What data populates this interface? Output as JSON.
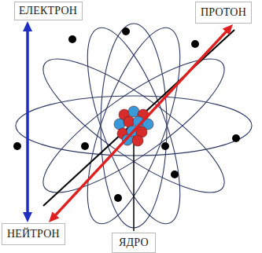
{
  "diagram": {
    "nodes": [
      {
        "text": [
          "ЕЛЕКТРОН"
        ]
      },
      {
        "text": [
          "ПРОТОН"
        ]
      },
      {
        "text": [
          "НЕЙТРОН"
        ]
      },
      {
        "text": [
          "ЯДРО"
        ]
      }
    ],
    "edges": [
      {
        "from": 0,
        "to": 2,
        "arrow": "both"
      },
      {
        "from": 2,
        "to": 1,
        "arrow": "both"
      }
    ]
  }
}
